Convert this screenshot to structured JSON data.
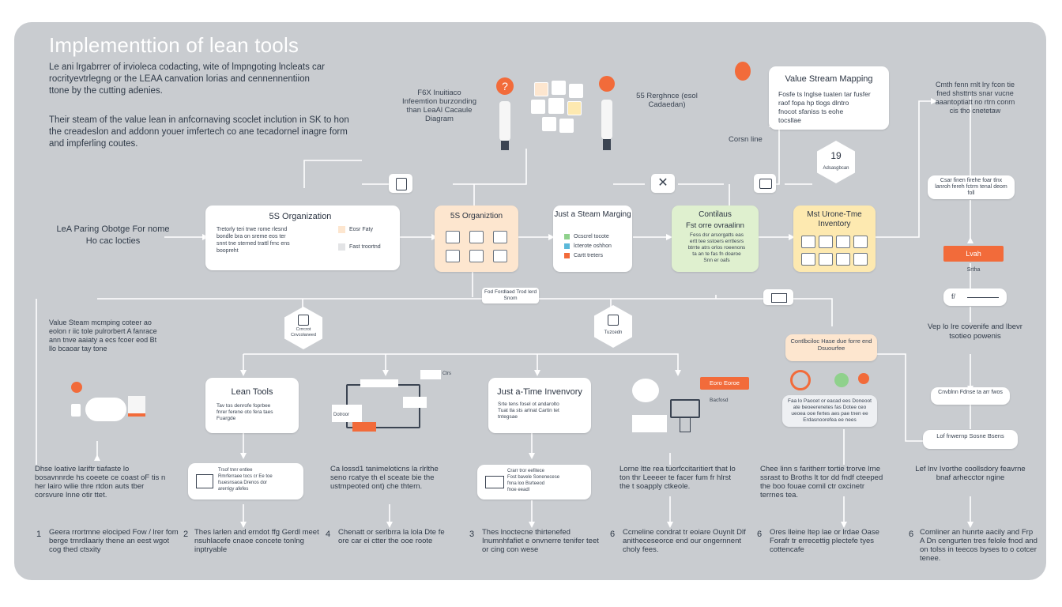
{
  "title": "Implementtion of lean tools",
  "colors": {
    "board": "#c9ccd0",
    "orange": "#f26b3a",
    "peach": "#fde6cf",
    "green": "#dff0cf",
    "yellow": "#fde9b0",
    "line": "#ffffff"
  },
  "intro": {
    "p1": "Le ani lrgabrrer of irvioleca codacting, wite of lmpngoting lncleats car rocrityevtrlegng or the LEAA canvation lorias and cennennentiion ttone by the cutting adenies.",
    "p2": "Their steam of the value lean in anfcornaving scoclet inclution in SK to hon the creadeslon and addonn youer imfertech co ane tecadornel inagre form and impferling coutes."
  },
  "top": {
    "left_label": "F6X Inuitiaco Infeemtion burzonding than LeaAl Cacaule Diagram",
    "right_label": "55 Rerghnce (esol Cadaedan)",
    "vsm_title": "Value Stream Mapping",
    "vsm_lines": [
      "Fosfe ts lnglse tuaten tar fusfer",
      "raof fopa hp tlogs dlntro",
      "fnocot sfaniss ts eohe",
      "tocsllae"
    ],
    "vsm_number": "19",
    "vsm_number_sub": "Adsasgbcan",
    "center_line": "Corsn line",
    "right_text": "Cmth fenn rnlt lry fcon tie fned shsttnts snar vucne aaantoptiatt no rtrn conrn cis tho cnetetaw"
  },
  "row": {
    "left_label": "LeA Paring Obotge For nome Ho cac locties",
    "org": {
      "title": "5S Organization",
      "lines": [
        "Tretorly teri trwe rome rlesnd",
        "bondle bra on sreme eos ter",
        "snnt tne sterned trattl frnc ens",
        "boopreht"
      ],
      "legend": [
        "Eosr Faty",
        "Fast troortnd"
      ]
    },
    "org2": {
      "title": "5S Organiztion"
    },
    "jit": {
      "title": "Just a Steam Marging",
      "items": [
        "Ocscrel tocote",
        "lcterote oshhon",
        "Cartt treters"
      ]
    },
    "cont": {
      "title": "Contilaus",
      "subtitle": "Fst orre ovraalinn",
      "lines": [
        "Fess dsr arsorgatts eas",
        "ertt tee sstoers errtlesrs",
        "btrrte atrs orlos roeenons",
        "ta an te fas fn doaroe",
        "Snn er oafs"
      ]
    },
    "mist": {
      "title": "Mst Urone-Tme Inventory"
    }
  },
  "right_col": {
    "box1": "Csar finen firehe foar tlnx lanroh fereh fctrm tenal deom foll",
    "orange": "Lvah",
    "orange_sub": "Srtha",
    "pill": "f/",
    "text": "Vep lo lre covenife and Ibevr tsotieo powenis",
    "box2": "Cnvblnn Fdnse ta arr fwos",
    "box3": "Lof fnwernp Sosne Bsens"
  },
  "mid": {
    "pill_center": "Fod Fordlaed Trod lerd Snom",
    "hex_left": "Crrrcrot Cnvcolaneed",
    "hex_right": "Tuzcedn",
    "left_label": "Value Steam mcmping coteer ao eolon r iic tole pulrorbert A fanrace ann tnve aaiaty a ecs fcoer eod Bt llo bcaoar tay tone",
    "right_box": "Contlbciloc Hase due forre end Dsuourfee",
    "right_panel": "Faa lo Paocet or eacad ees Doneoot ate beoeerenetes fas Dotee ceo ueoea ooe fertes aes pae tnen ee Erdasnoorefea ee nees"
  },
  "low": {
    "lean_tools": {
      "title": "Lean Tools",
      "lines": [
        "Tav tos denrofe foprbee",
        "fnrer ferene oto fera taes",
        "Fuargde"
      ]
    },
    "lean_sub": [
      "Trsof tnnr entlee",
      "Rmrferraee tocs cr Ee toe",
      "fsuesnsaoa Drenos dor",
      "arerrigy afefes"
    ],
    "flow_tags": [
      "Dotroor",
      "Ctrs"
    ],
    "jit": {
      "title": "Just a-Time Invenvory",
      "lines": [
        "Srte tens fosel ot andarolto",
        "Tuat tla sts arlnat Cartin tet",
        "tntegsae"
      ]
    },
    "jit_sub": [
      "Crarr tror eefitece",
      "Fost bavele Sonenecese",
      "fnna loo Bsrteeod",
      "fnoe eeadl"
    ],
    "orange_tag": "Eoro Eoroe",
    "orange_sub": "Bacfosd"
  },
  "bottom_texts": [
    "Dhse loative lariftr tiafaste lo bosavnnrde hs coeete ce coast oF tis n her lairo wilie thre rtdon auts tber corsvure lnne otir ttet.",
    "Ca lossd1 tanimeloticns la rlrlthe seno rcatye th el sceate bie the ustmpeoted ont) che thtern.",
    "Lorne ltte rea tuorfccitaritiert that lo ton thr Leeeer te facer fum fr hlrst the t soapply ctkeole.",
    "Chee linn s faritherr tortie trorve lrne ssrast to Broths lt tor dd fndf cteeped the boo fouae comil ctr oxcinetr terrnes tea.",
    "Lef lnv Ivorthe coollsdory feavrne bnaf arhecctor ngine"
  ],
  "steps": [
    {
      "n": "1",
      "text": "Geera rrortmne elociped Fow / lrer fom berge trnrdlaariy thene an eest wgot cog thed ctsxity"
    },
    {
      "n": "2",
      "text": "Thes larlen and erndot ffg Gerdl meet nsuhlacefe cnaoe concete tonlng inptryable"
    },
    {
      "n": "4",
      "text": "Chenatt or serlbrra la lola Dte fe ore car ei ctter the ooe roote"
    },
    {
      "n": "3",
      "text": "Thes lnoctecne thirtenefed Inumnhfafiet e onvnerre tenifer teet or cing con wese"
    },
    {
      "n": "6",
      "text": "Ccmeline condrat tr eoiare Ouynlt Dlf anitheceseorce end our ongernnent choly fees."
    },
    {
      "n": "6",
      "text": "Ores lleine ltep lae or lrdae Oase Forafr tr errecettig plectefe tyes cottencafe"
    },
    {
      "n": "6",
      "text": "Comliner an hunrte aacily and Frp A Dn cengurten tres felole fnod and on tolss in teecos byses to o cotcer tenee."
    }
  ]
}
